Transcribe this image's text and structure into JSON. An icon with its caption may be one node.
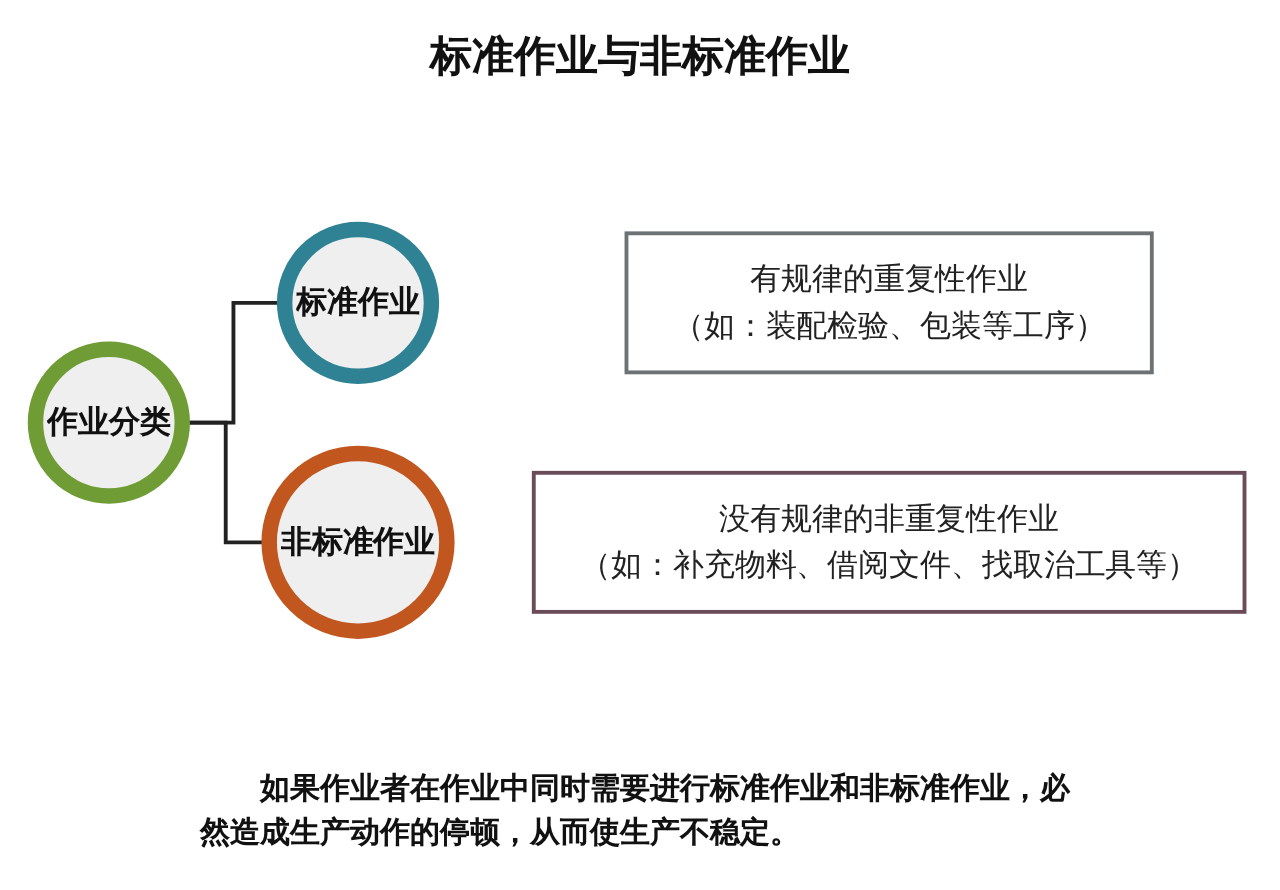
{
  "diagram": {
    "title": "标准作业与非标准作业",
    "caption": "如果作业者在作业中同时需要进行标准作业和非标准作业，必然造成生产动作的停顿，从而使生产不稳定。",
    "nodes": [
      {
        "text": [
          "作业分类"
        ]
      },
      {
        "text": [
          "标准作业"
        ]
      },
      {
        "text": [
          "有规律的重复性作业",
          "（如：装配检验、包装等工序）"
        ]
      },
      {
        "text": [
          "非标准作业"
        ]
      },
      {
        "text": [
          "没有规律的非重复性作业",
          "（如：补充物料、借阅文件、找取治工具等）"
        ]
      }
    ],
    "edges": [
      {
        "from": 0,
        "to": 1,
        "arrow": "none"
      },
      {
        "from": 0,
        "to": 3,
        "arrow": "none"
      }
    ]
  }
}
